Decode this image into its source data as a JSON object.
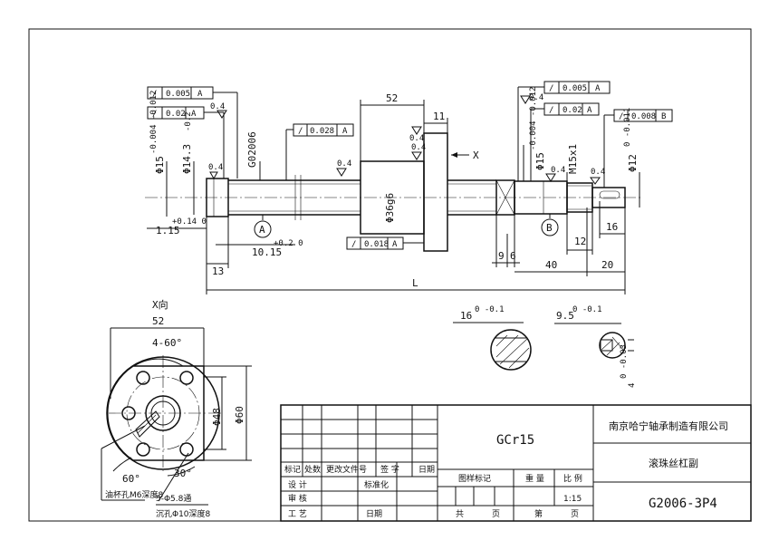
{
  "material": "GCr15",
  "company": "南京哈宁轴承制造有限公司",
  "part_name": "滚珠丝杠副",
  "drawing_no": "G2006-3P4",
  "scale": "1:15",
  "title_block": {
    "revision_headers": [
      "标记",
      "处数",
      "更改文件号",
      "签 字",
      "日期"
    ],
    "design": "设 计",
    "standardize": "标准化",
    "review": "审 核",
    "process": "工 艺",
    "date": "日期",
    "stage_mark": "图样标记",
    "weight": "重 量",
    "ratio": "比 例",
    "total": "共",
    "sheet": "页",
    "no": "第",
    "sheet2": "页"
  },
  "view_labels": {
    "x_view": "X向",
    "x_arrow": "X",
    "datum_a": "A",
    "datum_b": "B"
  },
  "tolerance_frames": {
    "left_1": [
      "/",
      "0.005",
      "A"
    ],
    "left_2": [
      "/",
      "0.02",
      "A"
    ],
    "mid_1": [
      "/",
      "0.028",
      "A"
    ],
    "mid_2": [
      "/",
      "0.018",
      "A"
    ],
    "right_1": [
      "/",
      "0.005",
      "A"
    ],
    "right_2": [
      "/",
      "0.02",
      "A"
    ],
    "right_3": [
      "/",
      "0.008",
      "B"
    ]
  },
  "dimensions": {
    "nut_length": "52",
    "flange_thick": "11",
    "thread_spec": "G02006",
    "dia_15_left": "Φ15",
    "tol_15_left": "-0.004 -0.012",
    "dia_143": "Φ14.3",
    "tol_143": "-0.2",
    "dia_36": "Φ36g6",
    "dia_15_right": "Φ15",
    "tol_15_right": "-0.004 -0.012",
    "thread_m15": "M15x1",
    "dia_12": "Φ12",
    "tol_12": "0 -0.011",
    "groove_1": "1.15",
    "groove_1_tol": "+0.14 0",
    "groove_2": "10.15",
    "groove_2_tol": "+0.2 0",
    "len_13": "13",
    "len_L": "L",
    "len_9": "9",
    "len_6": "6",
    "len_40": "40",
    "len_20": "20",
    "len_12": "12",
    "len_16": "16",
    "key_16": "16",
    "key_16_tol": "0 -0.1",
    "key_95": "9.5",
    "key_95_tol": "0 -0.1",
    "key_4": "4",
    "key_4_tol": "0 -0.03",
    "roughness": "0.4",
    "flange_52": "52",
    "flange_angle": "4-60°",
    "flange_48": "Φ48",
    "flange_60": "Φ60",
    "angle_60": "60°",
    "angle_30": "30°",
    "oil_hole": "油杯孔M6深度8",
    "holes_5": "5-Φ5.8通",
    "counterbore": "沉孔Φ10深度8"
  }
}
